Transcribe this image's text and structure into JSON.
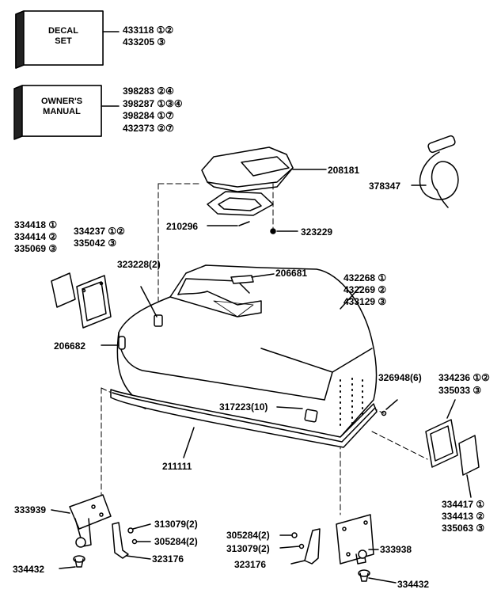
{
  "boxes": {
    "decal": {
      "line1": "DECAL",
      "line2": "SET"
    },
    "manual": {
      "line1": "OWNER'S",
      "line2": "MANUAL"
    }
  },
  "labels": {
    "decal_1": "433118 ①②",
    "decal_2": "433205 ③",
    "manual_1": "398283 ②④",
    "manual_2": "398287 ①③④",
    "manual_3": "398284 ①⑦",
    "manual_4": "432373 ②⑦",
    "p208181": "208181",
    "p378347": "378347",
    "p210296": "210296",
    "p323229": "323229",
    "left_1": "334418 ①",
    "left_2": "334414 ②",
    "left_3": "335069 ③",
    "mid_1": "334237 ①②",
    "mid_2": "335042 ③",
    "p323228": "323228(2)",
    "p206681": "206681",
    "cowl_1": "432268 ①",
    "cowl_2": "432269 ②",
    "cowl_3": "433129 ③",
    "p206682": "206682",
    "p326948": "326948(6)",
    "right_1": "334236 ①②",
    "right_2": "335033 ③",
    "p317223": "317223(10)",
    "p211111": "211111",
    "bright_1": "334417 ①",
    "bright_2": "334413 ②",
    "bright_3": "335063 ③",
    "p333939": "333939",
    "p313079a": "313079(2)",
    "p305284a": "305284(2)",
    "p305284b": "305284(2)",
    "p313079b": "313079(2)",
    "p323176a": "323176",
    "p323176b": "323176",
    "p333938": "333938",
    "p334432a": "334432",
    "p334432b": "334432"
  }
}
